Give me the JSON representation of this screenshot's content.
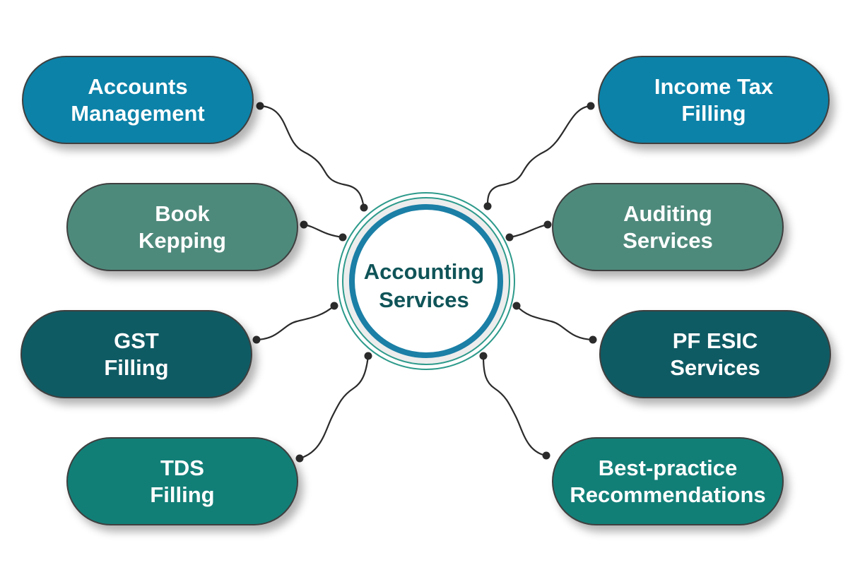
{
  "colors": {
    "blue": "#0c82a8",
    "sage": "#4e8a7c",
    "dark_teal": "#0f5b64",
    "teal": "#127f77",
    "hub_ring": "#1b7fa6",
    "hub_outer_ring": "#2d9a8b",
    "hub_text": "#0f5458",
    "connector": "#2b2b2b"
  },
  "hub": {
    "title": "Accounting\nServices"
  },
  "nodes": [
    {
      "id": "accounts-management",
      "label": "Accounts\nManagement",
      "color": "blue"
    },
    {
      "id": "book-kepping",
      "label": "Book\nKepping",
      "color": "sage"
    },
    {
      "id": "gst-filling",
      "label": "GST\nFilling",
      "color": "dark_teal"
    },
    {
      "id": "tds-filling",
      "label": "TDS\nFilling",
      "color": "teal"
    },
    {
      "id": "income-tax-filling",
      "label": "Income Tax\nFilling",
      "color": "blue"
    },
    {
      "id": "auditing-services",
      "label": "Auditing\nServices",
      "color": "sage"
    },
    {
      "id": "pf-esic-services",
      "label": "PF ESIC\nServices",
      "color": "dark_teal"
    },
    {
      "id": "best-practice-recommendations",
      "label": "Best-practice\nRecommendations",
      "color": "teal"
    }
  ]
}
